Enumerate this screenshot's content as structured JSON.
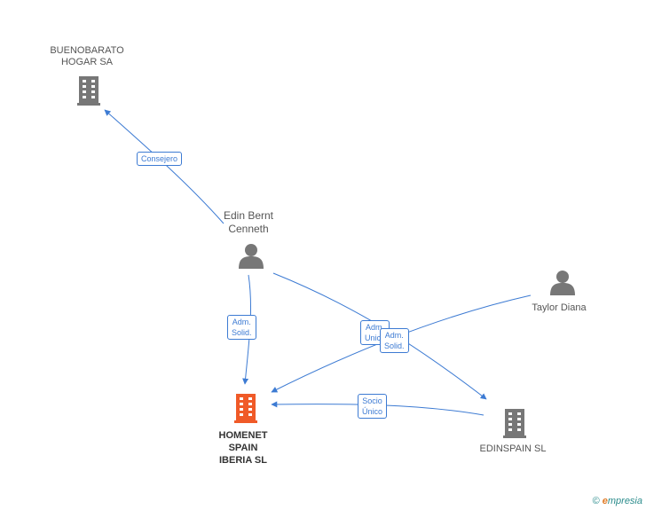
{
  "nodes": {
    "buenobarato": {
      "lines": [
        "BUENOBARATO",
        "HOGAR SA"
      ],
      "type": "company"
    },
    "edin": {
      "lines": [
        "Edin Bernt",
        "Cenneth"
      ],
      "type": "person"
    },
    "taylor": {
      "lines": [
        "Taylor Diana"
      ],
      "type": "person"
    },
    "homenet": {
      "lines": [
        "HOMENET",
        "SPAIN",
        "IBERIA  SL"
      ],
      "type": "company-main"
    },
    "edinspain": {
      "lines": [
        "EDINSPAIN SL"
      ],
      "type": "company"
    }
  },
  "edges": [
    {
      "from": "edin",
      "to": "buenobarato",
      "label": [
        "Consejero"
      ]
    },
    {
      "from": "edin",
      "to": "homenet",
      "label": [
        "Adm.",
        "Solid."
      ]
    },
    {
      "from": "edin",
      "to": "edinspain",
      "label": [
        "Adm.",
        "Unico"
      ]
    },
    {
      "from": "taylor",
      "to": "homenet",
      "label": [
        "Adm.",
        "Solid."
      ]
    },
    {
      "from": "edinspain",
      "to": "homenet",
      "label": [
        "Socio",
        "Único"
      ]
    }
  ],
  "colors": {
    "edge": "#3d7bd3",
    "icon": "#777777",
    "main_icon": "#f05a28"
  },
  "watermark": {
    "copyright": "©",
    "brand_initial": "e",
    "brand_rest": "mpresia"
  }
}
